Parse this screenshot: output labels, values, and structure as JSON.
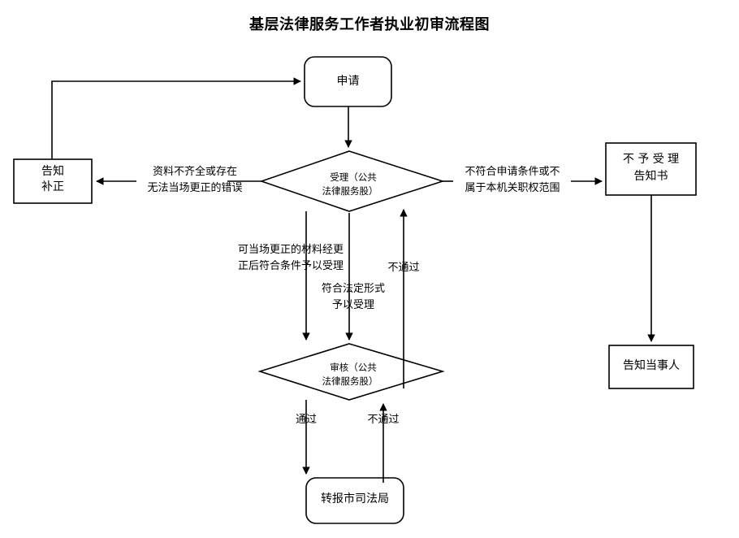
{
  "title": "基层法律服务工作者执业初审流程图",
  "colors": {
    "stroke": "#000000",
    "background": "#ffffff",
    "text": "#000000"
  },
  "nodes": {
    "apply": {
      "label": "申请",
      "shape": "rounded-rect"
    },
    "notify_correction": {
      "line1": "告知",
      "line2": "补正",
      "shape": "rect"
    },
    "accept": {
      "line1": "受理（公共",
      "line2": "法律服务股）",
      "shape": "diamond"
    },
    "reject_notice": {
      "line1": "不 予 受 理",
      "line2": "告知书",
      "shape": "rect"
    },
    "inform_party": {
      "label": "告知当事人",
      "shape": "rect"
    },
    "review": {
      "line1": "审核（公共",
      "line2": "法律服务股）",
      "shape": "diamond"
    },
    "forward_bureau": {
      "label": "转报市司法局",
      "shape": "rounded-rect"
    }
  },
  "edge_labels": {
    "incomplete": {
      "line1": "资料不齐全或存在",
      "line2": "无法当场更正的错误"
    },
    "not_qualified": {
      "line1": "不符合申请条件或不",
      "line2": "属于本机关职权范围"
    },
    "correctable": {
      "line1": "可当场更正的材料经更",
      "line2": "正后符合条件予以受理"
    },
    "legal_form": {
      "line1": "符合法定形式",
      "line2": "予以受理"
    },
    "accept_fail": {
      "label": "不通过"
    },
    "review_pass": {
      "label": "通过"
    },
    "review_fail": {
      "label": "不通过"
    }
  }
}
